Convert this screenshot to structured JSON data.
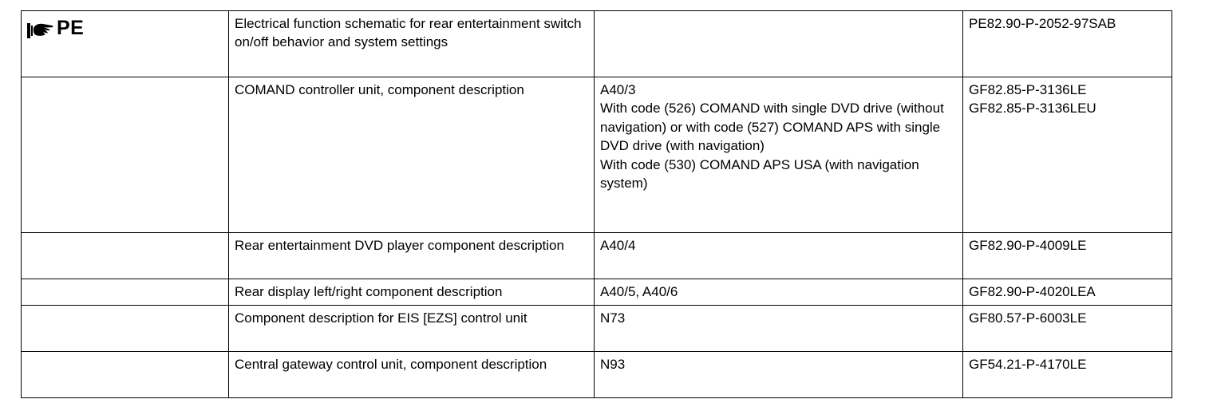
{
  "table": {
    "columns": [
      "marker",
      "description",
      "component",
      "document_number"
    ],
    "rows": [
      {
        "marker_icon": "pointing-hand-icon",
        "marker_label": "PE",
        "description": "Electrical function schematic for rear entertainment switch on/off behavior and system settings",
        "component": "",
        "component_extra": "",
        "document_number": "PE82.90-P-2052-97SAB",
        "document_number_extra": ""
      },
      {
        "marker_icon": "",
        "marker_label": "",
        "description": "COMAND controller unit, component description",
        "component": "A40/3",
        "component_note": "With code (526) COMAND with single DVD drive (without navigation) or with code (527) COMAND APS with single DVD drive (with navigation)",
        "component_extra": "With code (530) COMAND APS USA (with navigation system)",
        "document_number": "GF82.85-P-3136LE",
        "document_number_extra": "GF82.85-P-3136LEU"
      },
      {
        "marker_icon": "",
        "marker_label": "",
        "description": "Rear entertainment DVD player component description",
        "component": "A40/4",
        "component_extra": "",
        "document_number": "GF82.90-P-4009LE",
        "document_number_extra": ""
      },
      {
        "marker_icon": "",
        "marker_label": "",
        "description": "Rear display left/right component description",
        "component": "A40/5, A40/6",
        "component_extra": "",
        "document_number": "GF82.90-P-4020LEA",
        "document_number_extra": ""
      },
      {
        "marker_icon": "",
        "marker_label": "",
        "description": "Component description for EIS [EZS] control unit",
        "component": "N73",
        "component_extra": "",
        "document_number": "GF80.57-P-6003LE",
        "document_number_extra": ""
      },
      {
        "marker_icon": "",
        "marker_label": "",
        "description": "Central gateway control unit, component description",
        "component": "N93",
        "component_extra": "",
        "document_number": "GF54.21-P-4170LE",
        "document_number_extra": ""
      }
    ]
  },
  "colors": {
    "border": "#000000",
    "text": "#000000",
    "background": "#ffffff"
  }
}
